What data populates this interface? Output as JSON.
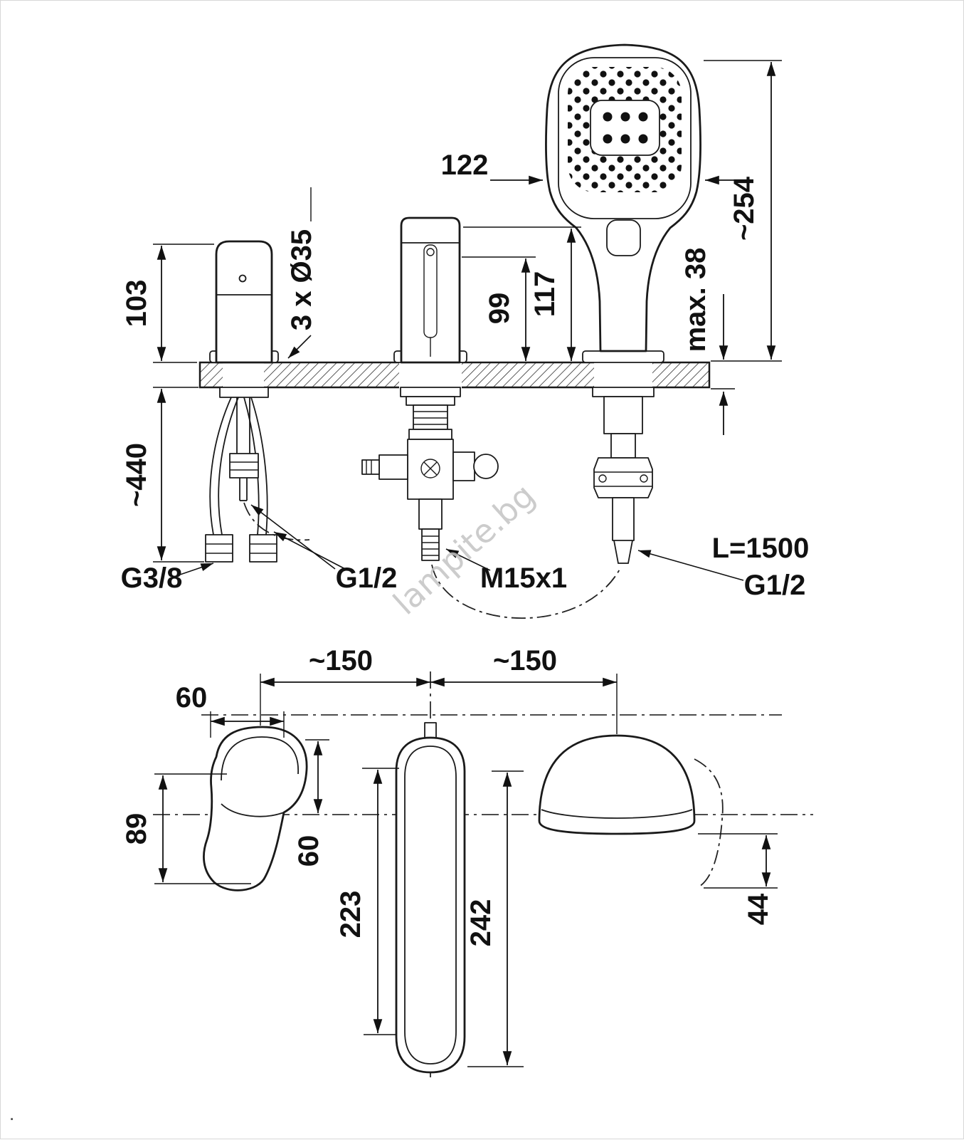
{
  "front_view": {
    "dims": {
      "shower_width": "122",
      "shower_height": "~254",
      "handle_height": "103",
      "mount_holes": "3 x Ø35",
      "spout_height_inner": "99",
      "spout_height_outer": "117",
      "deck_thickness": "max. 38",
      "hose_drop": "~440"
    },
    "threads": {
      "supply": "G3/8",
      "left": "G1/2",
      "middle": "M15x1",
      "hose_length": "L=1500",
      "right": "G1/2"
    }
  },
  "top_view": {
    "dims": {
      "pitch_left": "~150",
      "pitch_right": "~150",
      "handle_tip_offset": "60",
      "handle_reach": "89",
      "handle_width": "60",
      "spout_reach": "223",
      "shower_reach": "242",
      "shower_offset": "44"
    }
  },
  "watermark": "lampite.bg",
  "stray_mark": "."
}
